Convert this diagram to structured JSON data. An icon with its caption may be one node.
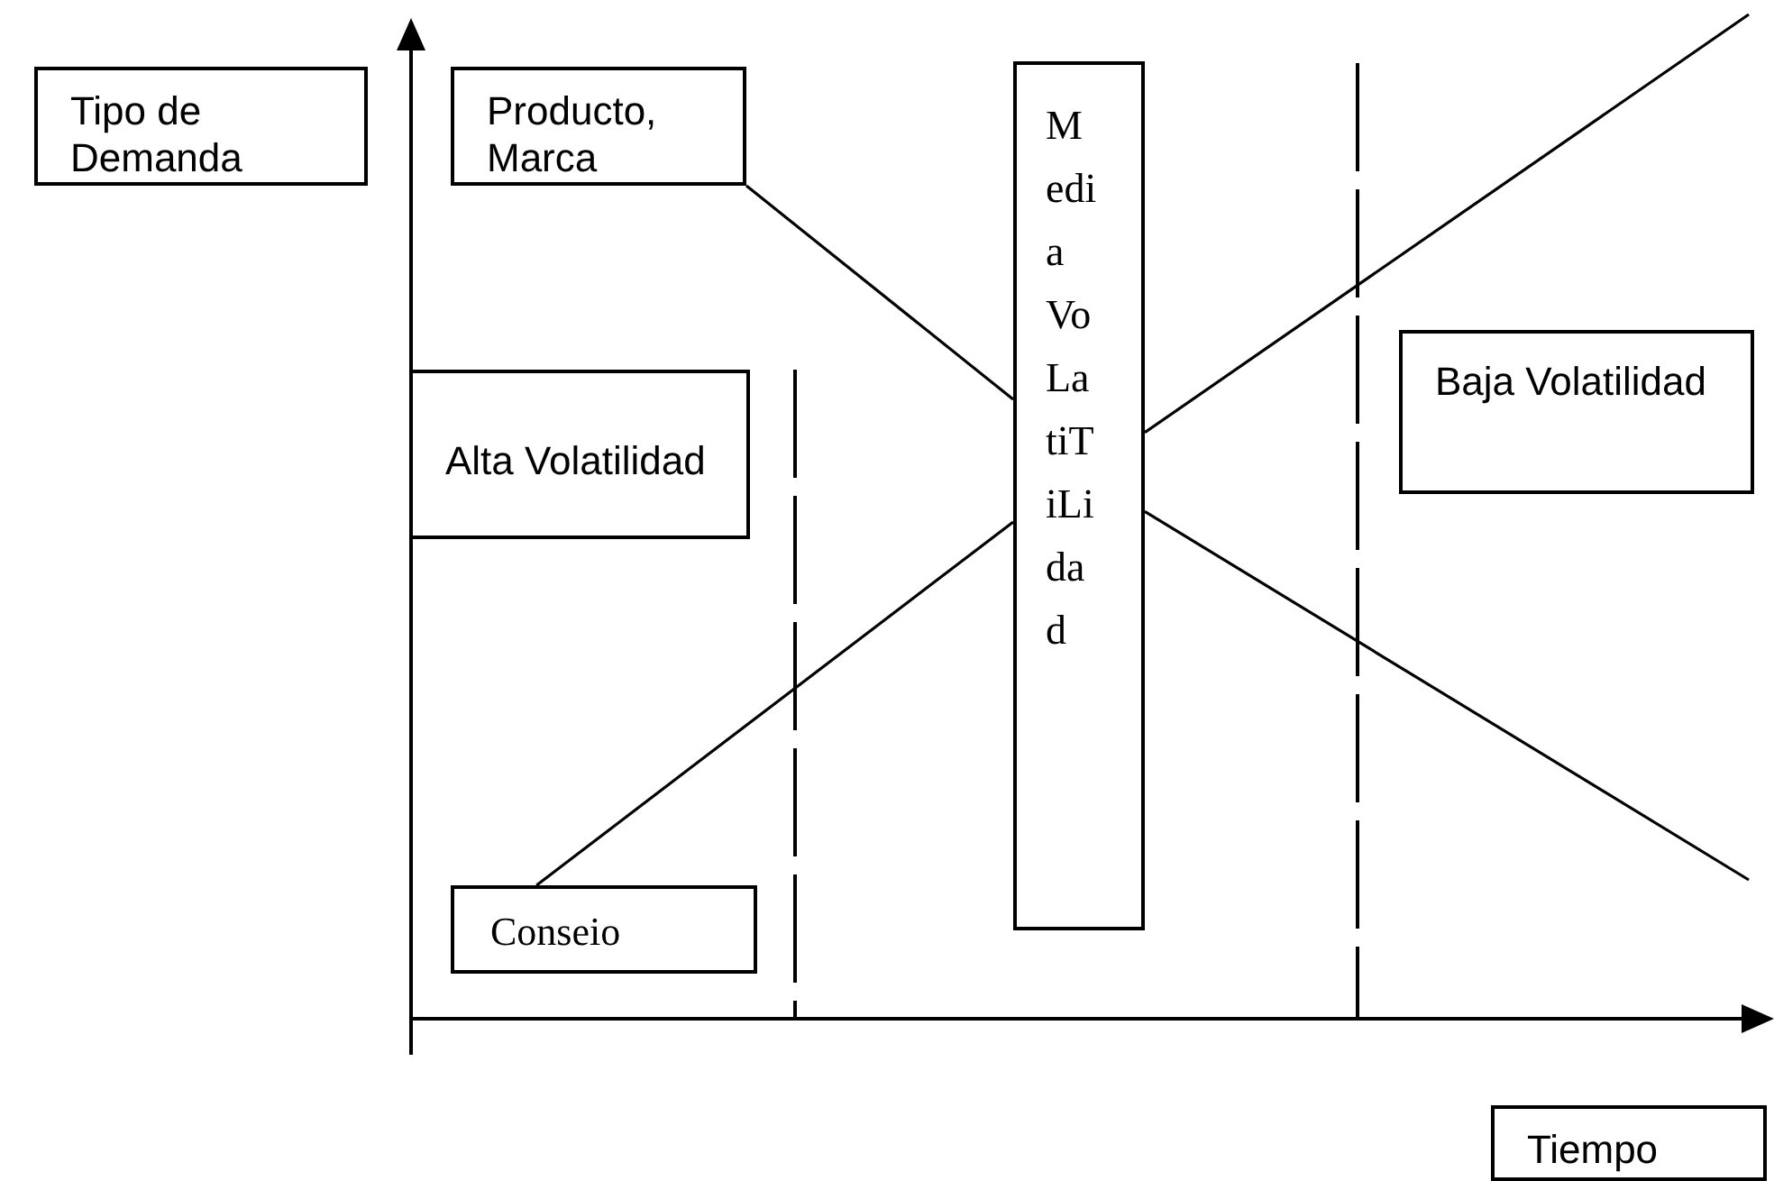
{
  "diagram": {
    "nodes": [
      {
        "text": [
          "Tipo de Demanda"
        ]
      },
      {
        "text": [
          "Producto, Marca"
        ]
      },
      {
        "text": [
          "Media VoLatiTiLidad"
        ]
      },
      {
        "text": [
          "Alta Volatilidad"
        ]
      },
      {
        "text": [
          "Baja Volatilidad"
        ]
      },
      {
        "text": [
          "Conseio"
        ]
      },
      {
        "text": [
          "Tiempo"
        ]
      }
    ],
    "edges": [
      {
        "from": 1,
        "to": 2,
        "arrow": "none"
      },
      {
        "from": 2,
        "to": null,
        "arrow": "none"
      },
      {
        "from": 5,
        "to": 2,
        "arrow": "none"
      },
      {
        "from": 2,
        "to": null,
        "arrow": "none"
      }
    ]
  }
}
